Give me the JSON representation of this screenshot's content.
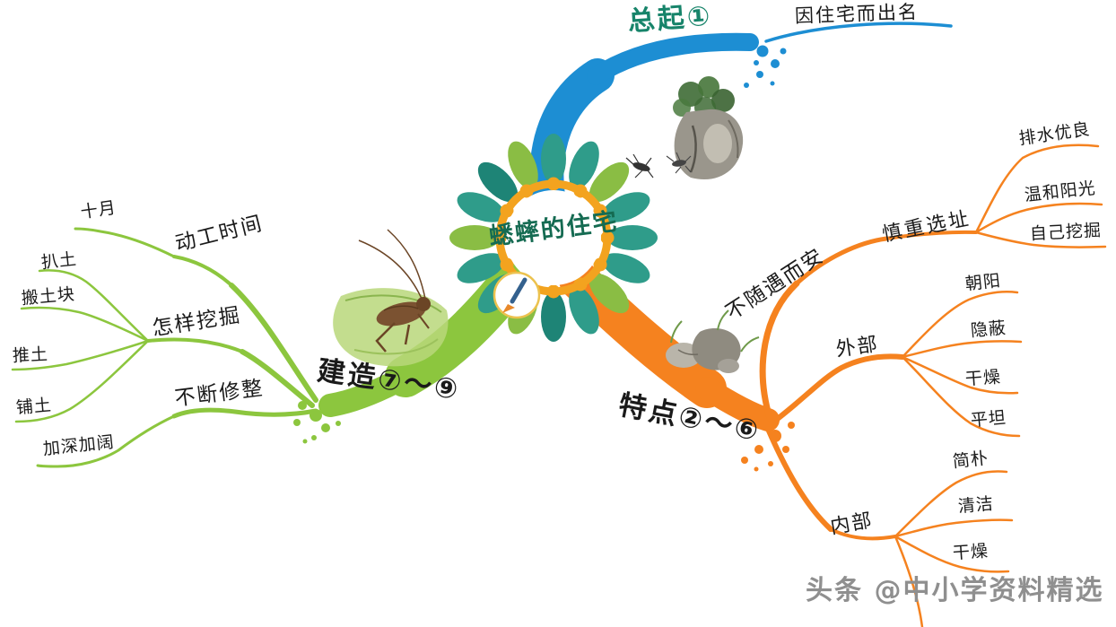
{
  "center": {
    "title": "蟋蟀的住宅"
  },
  "watermark": "头条 @中小学资料精选",
  "colors": {
    "blue": "#1d8ed3",
    "orange": "#f5821f",
    "green": "#8cc63e",
    "accent_text": "#17846a",
    "flower_petal_teal": "#2f9c8a",
    "flower_petal_green": "#8abd44",
    "flower_ring_orange": "#f3a31f",
    "watermark_gray": "#8f8f8f"
  },
  "decorations": [
    "cricket-on-leaf",
    "rocks-with-plants",
    "small-insects",
    "stones-with-grass",
    "paintbrush-badge"
  ],
  "branch_blue": {
    "label": "总起①",
    "child": "因住宅而出名"
  },
  "branch_orange": {
    "label": "特点②～⑥",
    "sub1": {
      "label": "不随遇而安",
      "child": {
        "label": "慎重选址",
        "leaves": [
          "排水优良",
          "温和阳光",
          "自己挖掘"
        ]
      }
    },
    "sub2": {
      "label": "外部",
      "leaves": [
        "朝阳",
        "隐蔽",
        "干燥",
        "平坦"
      ]
    },
    "sub3": {
      "label": "内部",
      "leaves": [
        "简朴",
        "清洁",
        "干燥"
      ]
    }
  },
  "branch_green": {
    "label": "建造⑦～⑨",
    "sub1": {
      "label": "动工时间",
      "leaves": [
        "十月"
      ]
    },
    "sub2": {
      "label": "怎样挖掘",
      "leaves": [
        "扒土",
        "搬土块",
        "推土",
        "铺土"
      ]
    },
    "sub3": {
      "label": "不断修整",
      "leaves": [
        "加深加阔"
      ]
    }
  }
}
